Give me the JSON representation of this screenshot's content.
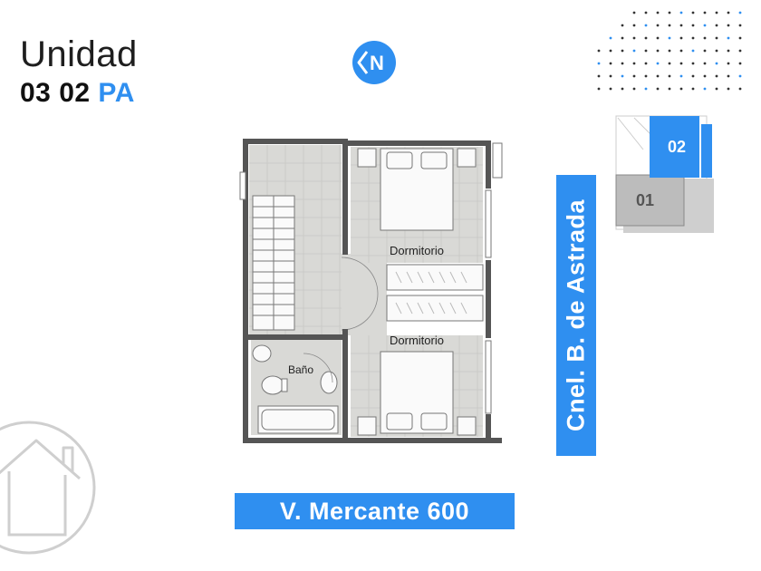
{
  "header": {
    "title": "Unidad",
    "unit_code": "03 02",
    "unit_suffix": "PA"
  },
  "logo": {
    "letter": "N"
  },
  "rooms": {
    "bedroom_top": "Dormitorio",
    "bedroom_bottom": "Dormitorio",
    "bathroom": "Baño"
  },
  "key_plan": {
    "unit_a": "01",
    "unit_b": "02"
  },
  "streets": {
    "side": "Cnel. B. de Astrada",
    "front": "V. Mercante 600"
  },
  "colors": {
    "accent": "#2f8ff0",
    "floor": "#d9d9d6",
    "wall": "#555555"
  }
}
